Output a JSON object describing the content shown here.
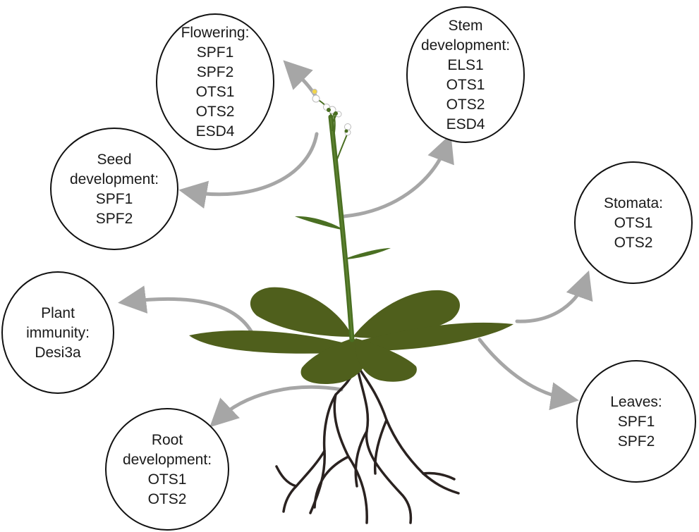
{
  "diagram": {
    "colors": {
      "leaf": "#4f5f1c",
      "stem": "#4a6f22",
      "stem_highlight": "#6a8f3a",
      "root": "#2a2220",
      "arrow": "#a6a6a6",
      "bubble_stroke": "#111111",
      "bud_yellow": "#f3d64a"
    },
    "bubbles": [
      {
        "id": "flowering",
        "title_lines": [
          "Flowering:"
        ],
        "genes": [
          "SPF1",
          "SPF2",
          "OTS1",
          "OTS2",
          "ESD4"
        ]
      },
      {
        "id": "stem-development",
        "title_lines": [
          "Stem",
          "development:"
        ],
        "genes": [
          "ELS1",
          "OTS1",
          "OTS2",
          "ESD4"
        ]
      },
      {
        "id": "seed-development",
        "title_lines": [
          "Seed",
          "development:"
        ],
        "genes": [
          "SPF1",
          "SPF2"
        ]
      },
      {
        "id": "stomata",
        "title_lines": [
          "Stomata:"
        ],
        "genes": [
          "OTS1",
          "OTS2"
        ]
      },
      {
        "id": "plant-immunity",
        "title_lines": [
          "Plant",
          "immunity:"
        ],
        "genes": [
          "Desi3a"
        ]
      },
      {
        "id": "leaves",
        "title_lines": [
          "Leaves:"
        ],
        "genes": [
          "SPF1",
          "SPF2"
        ]
      },
      {
        "id": "root-development",
        "title_lines": [
          "Root",
          "development:"
        ],
        "genes": [
          "OTS1",
          "OTS2"
        ]
      }
    ]
  }
}
